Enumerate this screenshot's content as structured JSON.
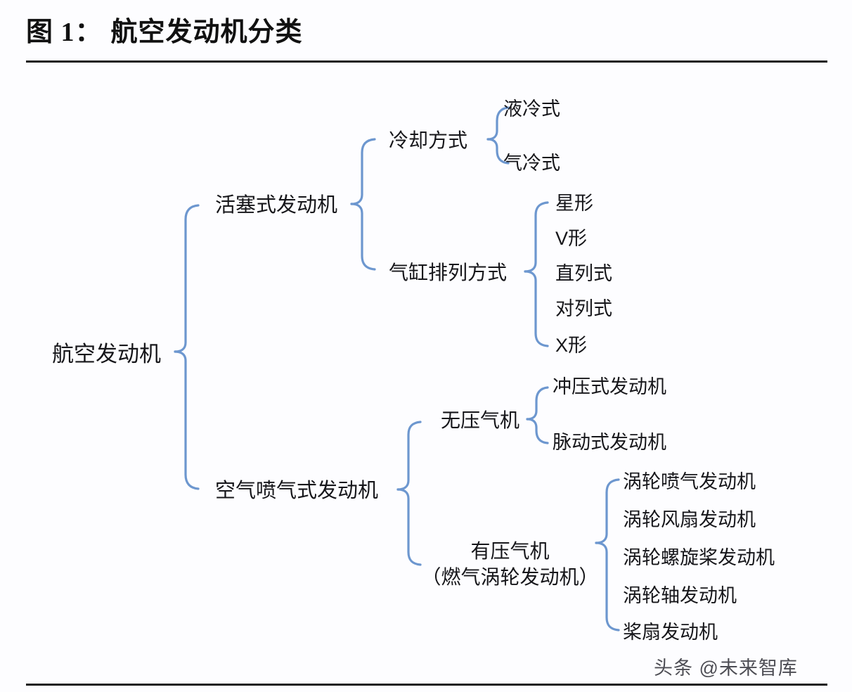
{
  "figure": {
    "label": "图 1：",
    "title": "航空发动机分类",
    "watermark": "头条 @未来智库",
    "accent_color": "#6d97cf",
    "rule_color": "#1a1a1a",
    "text_color": "#16161a",
    "background": "#fdfdff"
  },
  "tree": {
    "type": "tree",
    "orientation": "left-to-right",
    "connector": "curly-brace",
    "root": {
      "label": "航空发动机",
      "children": [
        {
          "label": "活塞式发动机",
          "children": [
            {
              "label": "冷却方式",
              "children": [
                {
                  "label": "液冷式"
                },
                {
                  "label": "气冷式"
                }
              ]
            },
            {
              "label": "气缸排列方式",
              "children": [
                {
                  "label": "星形"
                },
                {
                  "label": "V形"
                },
                {
                  "label": "直列式"
                },
                {
                  "label": "对列式"
                },
                {
                  "label": "X形"
                }
              ]
            }
          ]
        },
        {
          "label": "空气喷气式发动机",
          "children": [
            {
              "label": "无压气机",
              "children": [
                {
                  "label": "冲压式发动机"
                },
                {
                  "label": "脉动式发动机"
                }
              ]
            },
            {
              "label": "有压气机",
              "label_line2": "（燃气涡轮发动机）",
              "children": [
                {
                  "label": "涡轮喷气发动机"
                },
                {
                  "label": "涡轮风扇发动机"
                },
                {
                  "label": "涡轮螺旋桨发动机"
                },
                {
                  "label": "涡轮轴发动机"
                },
                {
                  "label": "桨扇发动机"
                }
              ]
            }
          ]
        }
      ]
    }
  },
  "nodes": {
    "root": "航空发动机",
    "piston": "活塞式发动机",
    "airjet": "空气喷气式发动机",
    "cooling": "冷却方式",
    "cooling_1": "液冷式",
    "cooling_2": "气冷式",
    "cylinder": "气缸排列方式",
    "cylinder_1": "星形",
    "cylinder_2": "V形",
    "cylinder_3": "直列式",
    "cylinder_4": "对列式",
    "cylinder_5": "X形",
    "nocomp": "无压气机",
    "nocomp_1": "冲压式发动机",
    "nocomp_2": "脉动式发动机",
    "comp": "有压气机",
    "comp_sub": "（燃气涡轮发动机）",
    "comp_1": "涡轮喷气发动机",
    "comp_2": "涡轮风扇发动机",
    "comp_3": "涡轮螺旋桨发动机",
    "comp_4": "涡轮轴发动机",
    "comp_5": "桨扇发动机"
  }
}
